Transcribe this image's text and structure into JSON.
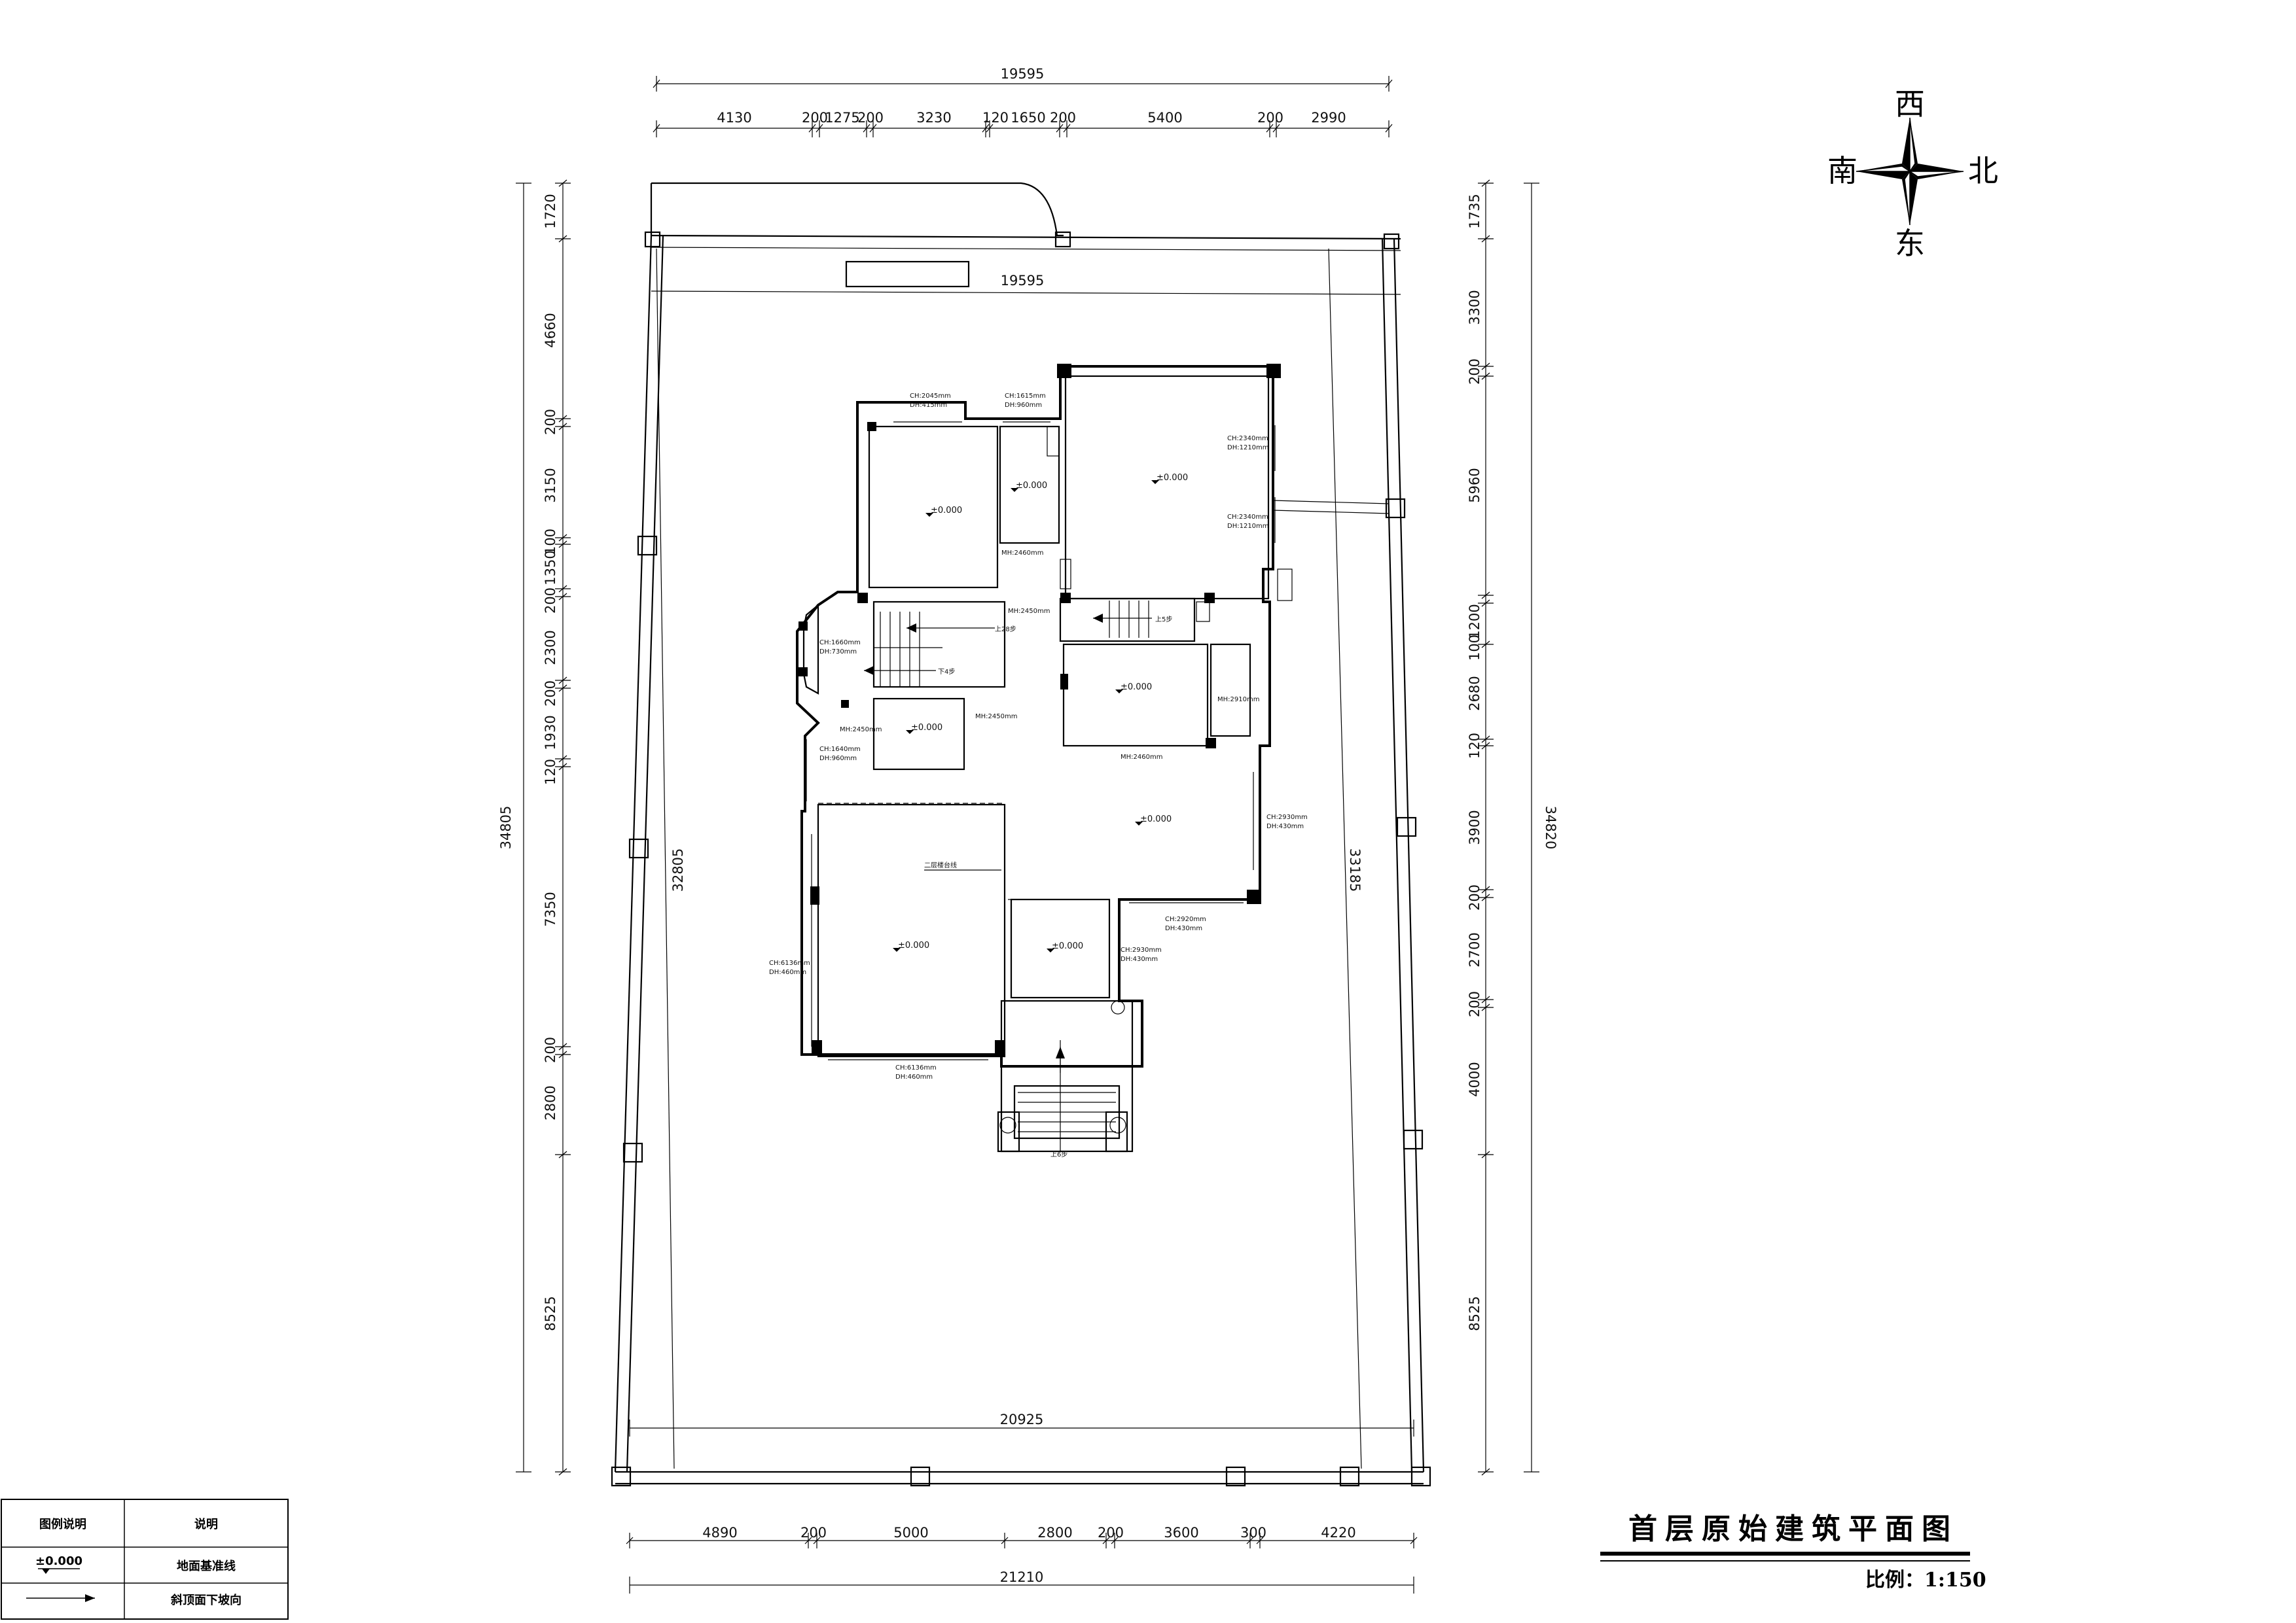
{
  "title": "首层原始建筑平面图",
  "scale": "比例：1:150",
  "compass": {
    "west": "西",
    "south": "南",
    "north": "北",
    "east": "东"
  },
  "legend": {
    "col1_header": "图例说明",
    "col2_header": "说明",
    "rows": [
      {
        "symbol": "±0.000",
        "desc": "地面基准线"
      },
      {
        "symbol": "arrow-symbol",
        "desc": "斜顶面下坡向"
      }
    ]
  },
  "dims_top_total": "19595",
  "dims_top": [
    "4130",
    "200",
    "1275",
    "200",
    "3230",
    "120",
    "1650",
    "200",
    "5400",
    "200",
    "2990"
  ],
  "dims_inner_top": "19595",
  "dims_bottom": [
    "4890",
    "200",
    "5000",
    "2800",
    "200",
    "3600",
    "300",
    "4220"
  ],
  "dims_bottom_total": "21210",
  "dims_inner_bottom": "20925",
  "dims_left": [
    "1720",
    "4660",
    "200",
    "3150",
    "100",
    "1350",
    "200",
    "2300",
    "200",
    "1930",
    "120",
    "7350",
    "200",
    "2800",
    "8525"
  ],
  "dims_left_total": "34805",
  "dims_left_inner": "32805",
  "dims_right": [
    "1735",
    "3300",
    "200",
    "5960",
    "1200",
    "100",
    "2680",
    "120",
    "3900",
    "200",
    "2700",
    "200",
    "4000",
    "8525"
  ],
  "dims_right_total": "34820",
  "dims_right_inner": "33185",
  "levels": [
    "±0.000",
    "±0.000",
    "±0.000",
    "±0.000",
    "±0.000",
    "±0.000",
    "±0.000",
    "±0.000"
  ],
  "annotations": {
    "ch_2045": "CH:2045mm",
    "dh_415": "DH:415mm",
    "ch_1615": "CH:1615mm",
    "dh_960": "DH:960mm",
    "ch_2340a": "CH:2340mm",
    "dh_1210a": "DH:1210mm",
    "ch_2340b": "CH:2340mm",
    "dh_1210b": "DH:1210mm",
    "mh_2460a": "MH:2460mm",
    "mh_2450a": "MH:2450mm",
    "ch_1660": "CH:1660mm",
    "dh_730": "DH:730mm",
    "mh_2450b": "MH:2450mm",
    "mh_2450c": "MH:2450mm",
    "ch_1640": "CH:1640mm",
    "dh_960b": "DH:960mm",
    "mh_2910": "MH:2910mm",
    "mh_2460b": "MH:2460mm",
    "ch_2930": "CH:2930mm",
    "dh_430a": "DH:430mm",
    "ch_2920": "CH:2920mm",
    "dh_430b": "DH:430mm",
    "ch_2930b": "CH:2930mm",
    "dh_430c": "DH:430mm",
    "ch_6136": "CH:6136mm",
    "dh_460a": "DH:460mm",
    "ch_6136b": "CH:6136mm",
    "dh_460b": "DH:460mm",
    "second_floor_edge": "二层楼台线",
    "up_28": "上28步",
    "down_4": "下4步",
    "up_5": "上5步",
    "up_6": "上6步"
  }
}
